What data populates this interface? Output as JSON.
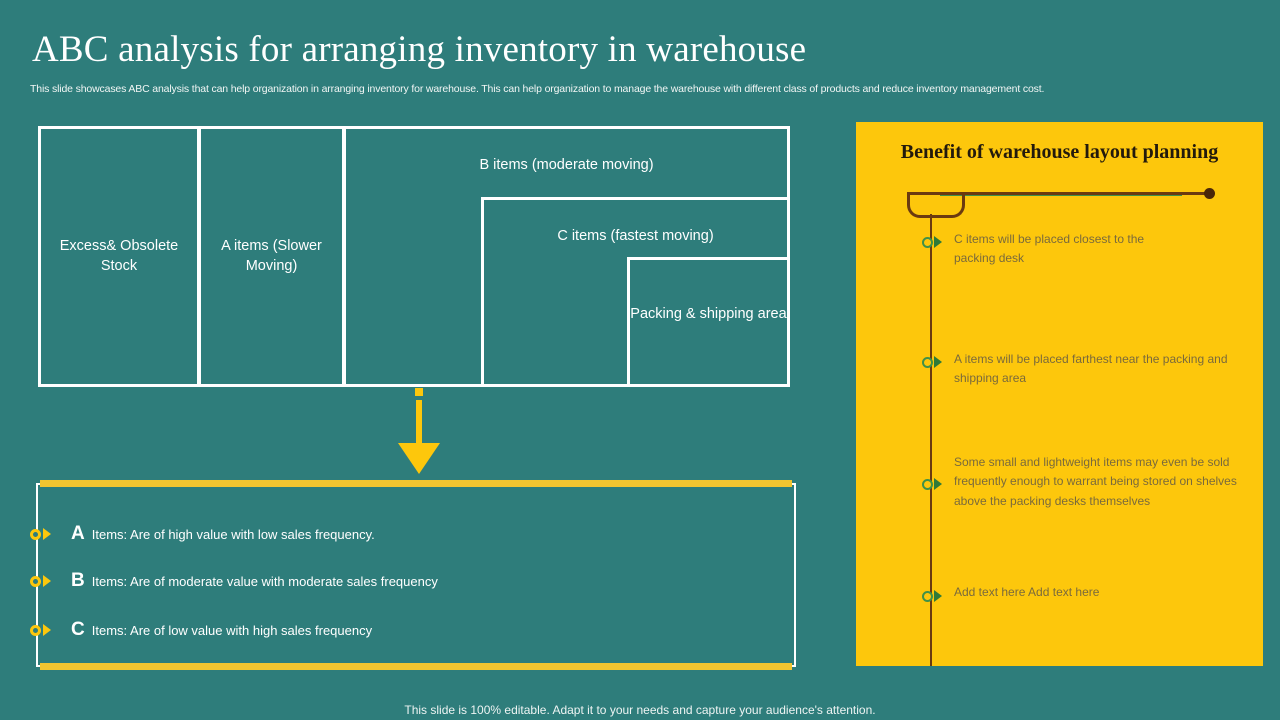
{
  "header": {
    "title": "ABC analysis for arranging inventory in warehouse",
    "subtitle": "This slide showcases ABC analysis that can help organization in arranging inventory for warehouse. This can help organization to manage the warehouse with different class of products and reduce inventory management cost."
  },
  "colors": {
    "background_teal": "#2e7d7b",
    "accent_yellow": "#fdc70c",
    "bar_yellow": "#f2c530",
    "panel_text": "#7a6a3c",
    "underline_green": "#3f9148",
    "connector_brown": "#6b3a10",
    "white": "#ffffff"
  },
  "staircase": {
    "boxes": [
      {
        "label": "Excess& Obsolete Stock"
      },
      {
        "label": "A items (Slower Moving)"
      },
      {
        "label": "B items (moderate moving)"
      },
      {
        "label": "C items (fastest moving)"
      },
      {
        "label": "Packing & shipping area"
      }
    ]
  },
  "arrow": {
    "icon": "down-arrow-icon"
  },
  "abc_list": {
    "items": [
      {
        "key": "A",
        "text": "Items: Are of high value with low sales frequency."
      },
      {
        "key": "B",
        "text": "Items: Are of moderate value with moderate sales frequency"
      },
      {
        "key": "C",
        "text": "Items: Are of low value with high sales frequency"
      }
    ]
  },
  "benefit": {
    "title": "Benefit of warehouse layout planning",
    "items": [
      {
        "text": "C items will be placed closest to the packing desk"
      },
      {
        "text": "A items will be placed farthest near the packing and shipping area"
      },
      {
        "text": "Some small and lightweight items may even be sold frequently enough to warrant being stored on shelves above the packing desks themselves"
      },
      {
        "text": "Add text here Add text here"
      }
    ]
  },
  "footer": {
    "text": "This slide is 100% editable. Adapt it to your needs and capture your audience's attention."
  }
}
